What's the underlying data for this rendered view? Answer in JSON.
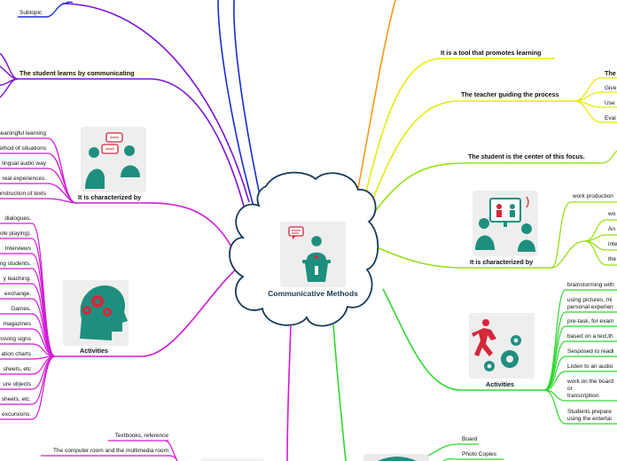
{
  "central": {
    "title": "Communicative Methods"
  },
  "branches": {
    "learns": {
      "title": "The student learns by communicating",
      "subtopic": "Subtopic"
    },
    "characterized_left": {
      "title": "It is characterized by",
      "items": [
        "meaningful learning",
        "method of situations",
        "lingual audio way",
        "real experiences.",
        "construction of texts"
      ]
    },
    "activities_left": {
      "title": "Activities",
      "items": [
        "dialogues.",
        "role playing).",
        "Interviews",
        "ing students.",
        "y teaching.",
        "exchange.",
        "Games.",
        "magazines",
        "moving signs",
        "ation charts",
        "sheets, etc",
        "ure objects",
        "sheets, etc.",
        "excursions:"
      ]
    },
    "resources": {
      "items": [
        "Textbooks, reference",
        "The computer room and the multimedia room"
      ]
    },
    "tool": {
      "title": "It is a tool that promotes learning"
    },
    "teacher": {
      "title": "The  teacher guiding the process",
      "items": [
        "The",
        "Give",
        "Use",
        "Eval"
      ]
    },
    "center_focus": {
      "title": "The student is the center of this focus."
    },
    "characterized_right": {
      "title": "It is characterized by",
      "items": [
        "work production",
        "wo",
        "An",
        "inte",
        "the"
      ]
    },
    "activities_right": {
      "title": "Activities",
      "items": [
        "brainstorming with",
        "using pictures, mi",
        "personal experien",
        "pre-task, for exam",
        "based on a text,th",
        "Sesposed to readi",
        "Listen to an audio",
        "work on the board",
        "or",
        "transcription.",
        "Students prepare",
        "using the entertai"
      ]
    },
    "materials": {
      "items": [
        "Board",
        "Photo Copies"
      ]
    }
  },
  "icons": [
    "chat-bubbles-people-icon",
    "head-gears-icon",
    "presenter-podium-icon",
    "video-call-screen-icon",
    "runner-gears-icon"
  ],
  "colors": {
    "center_outline": "#163a57",
    "blue": "#1a2bd8",
    "purple": "#7a12d6",
    "magenta": "#d21ad6",
    "yellow": "#e6ea0a",
    "lime": "#98e016",
    "green": "#2fd82f",
    "orange": "#f39a18",
    "teal_icon": "#1e8f7e",
    "red_icon": "#d4273a"
  }
}
